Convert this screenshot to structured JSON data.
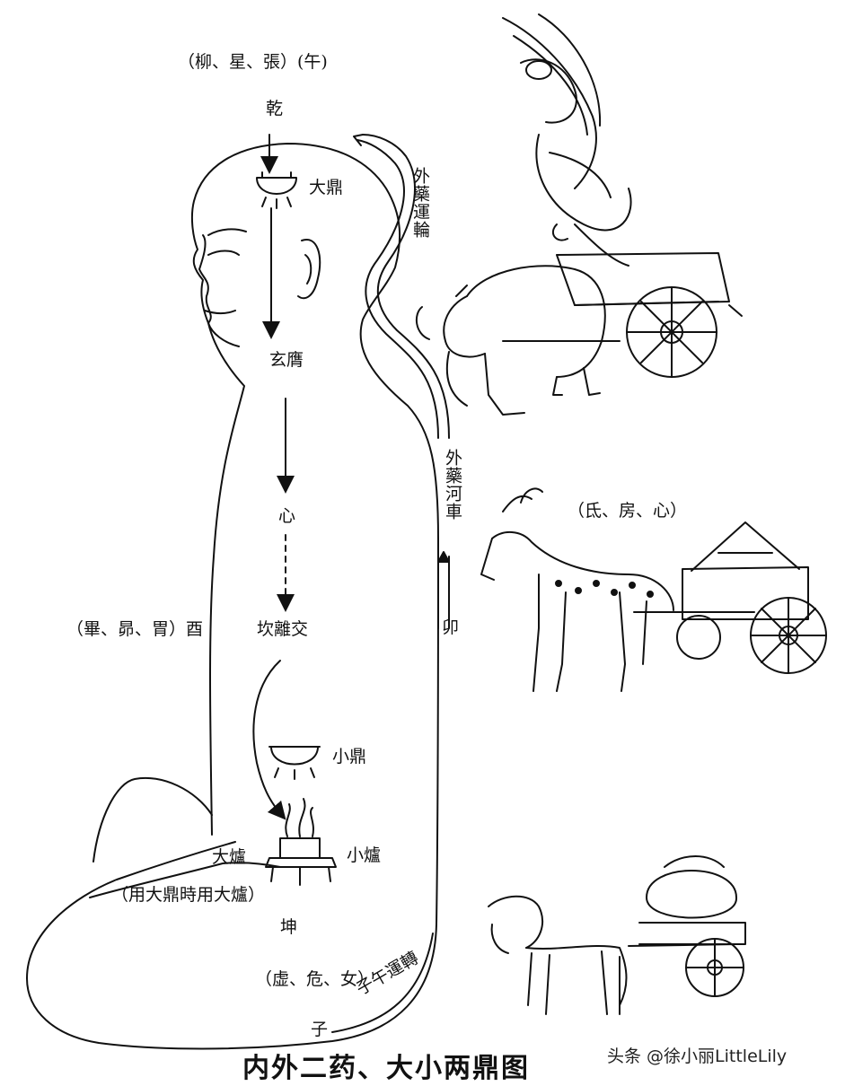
{
  "labels": {
    "top_stars": "（柳、星、張）(午)",
    "qian": "乾",
    "big_ding": "大鼎",
    "outer_transport": "外藥運輪",
    "xuanyong": "玄膺",
    "heart": "心",
    "kanli": "坎離交",
    "west_stars": "（畢、昴、胃）酉",
    "outer_river": "外藥河車",
    "mao": "卯",
    "small_ding": "小鼎",
    "big_furnace": "大爐",
    "small_furnace": "小爐",
    "furnace_note": "（用大鼎時用大爐）",
    "kun": "坤",
    "south_stars": "（虚、危、女）",
    "spine_text": "子午運轉",
    "zi": "子",
    "deer_stars": "（氐、房、心）"
  },
  "caption": "内外二药、大小两鼎图",
  "watermark": "头条 @徐小丽LittleLily"
}
